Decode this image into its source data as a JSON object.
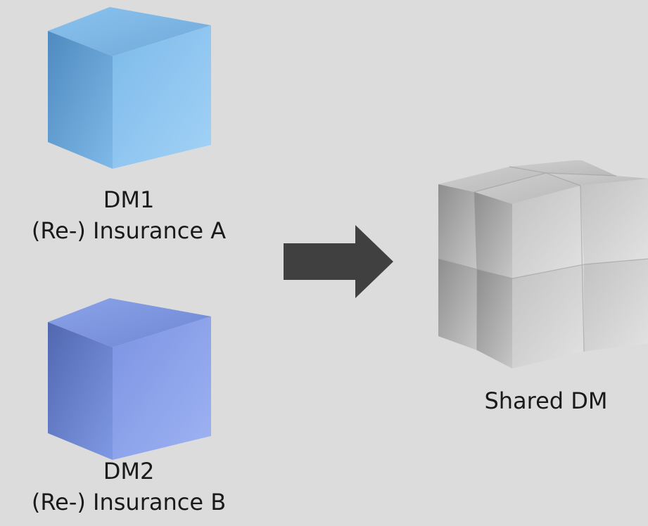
{
  "colors": {
    "background": "#dcdcdc",
    "cube_a": "#7fb8e6",
    "cube_b": "#7f9ae6",
    "shared_cube": "#c8c8c8",
    "arrow": "#404040"
  },
  "nodes": {
    "dm1": {
      "name": "DM1",
      "subtitle": "(Re-) Insurance A"
    },
    "dm2": {
      "name": "DM2",
      "subtitle": "(Re-) Insurance B"
    },
    "shared": {
      "name": "Shared DM"
    }
  },
  "icons": {
    "cube_a": "blue-cube-icon",
    "cube_b": "periwinkle-cube-icon",
    "shared": "segmented-grey-cube-icon",
    "arrow": "right-arrow-icon"
  }
}
